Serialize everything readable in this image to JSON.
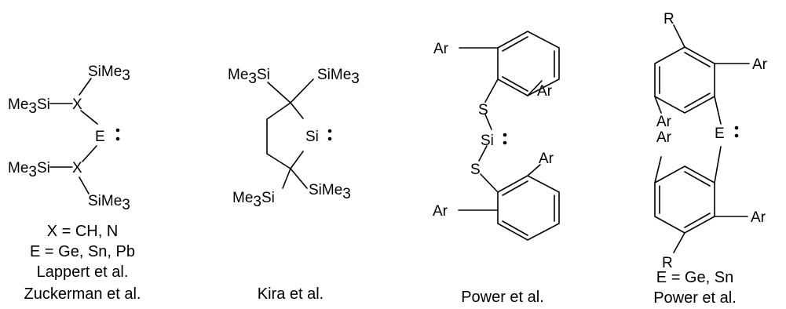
{
  "labels": {
    "me3si": "Me3Si",
    "sime3": "SiMe3",
    "x": "X",
    "e": "E",
    "si": "Si",
    "s": "S",
    "ar": "Ar",
    "r": "R"
  },
  "captions": {
    "lappert": [
      "X = CH, N",
      "E = Ge, Sn, Pb",
      "Lappert et al.",
      "Zuckerman et al."
    ],
    "kira": [
      "Kira et al."
    ],
    "power_si": [
      "Power et al."
    ],
    "power_ge": [
      "E = Ge, Sn",
      "Power et al."
    ]
  },
  "colors": {
    "ink": "#000000",
    "background": "#ffffff"
  }
}
